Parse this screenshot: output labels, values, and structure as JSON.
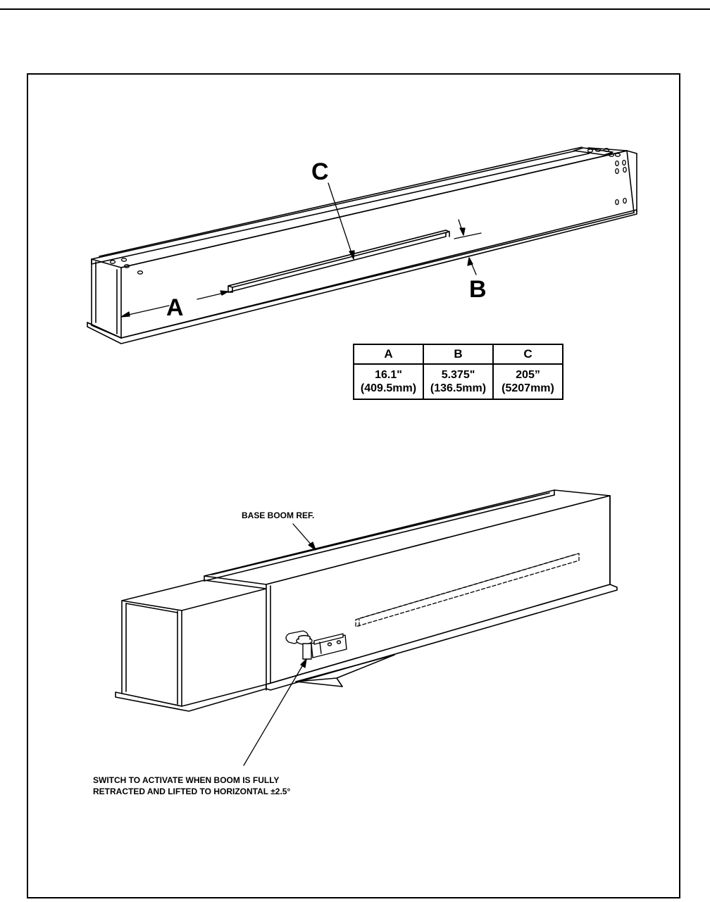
{
  "diagram": {
    "labels": {
      "a": "A",
      "b": "B",
      "c": "C"
    },
    "dimension_table": {
      "headers": [
        "A",
        "B",
        "C"
      ],
      "values": [
        "16.1\"",
        "5.375\"",
        "205”"
      ],
      "metric": [
        "(409.5mm)",
        "(136.5mm)",
        "(5207mm)"
      ]
    },
    "callouts": {
      "base_boom_ref": "BASE BOOM REF.",
      "switch_line1": "SWITCH TO ACTIVATE WHEN BOOM IS FULLY",
      "switch_line2": "RETRACTED AND LIFTED TO HORIZONTAL ±2.5°"
    }
  }
}
